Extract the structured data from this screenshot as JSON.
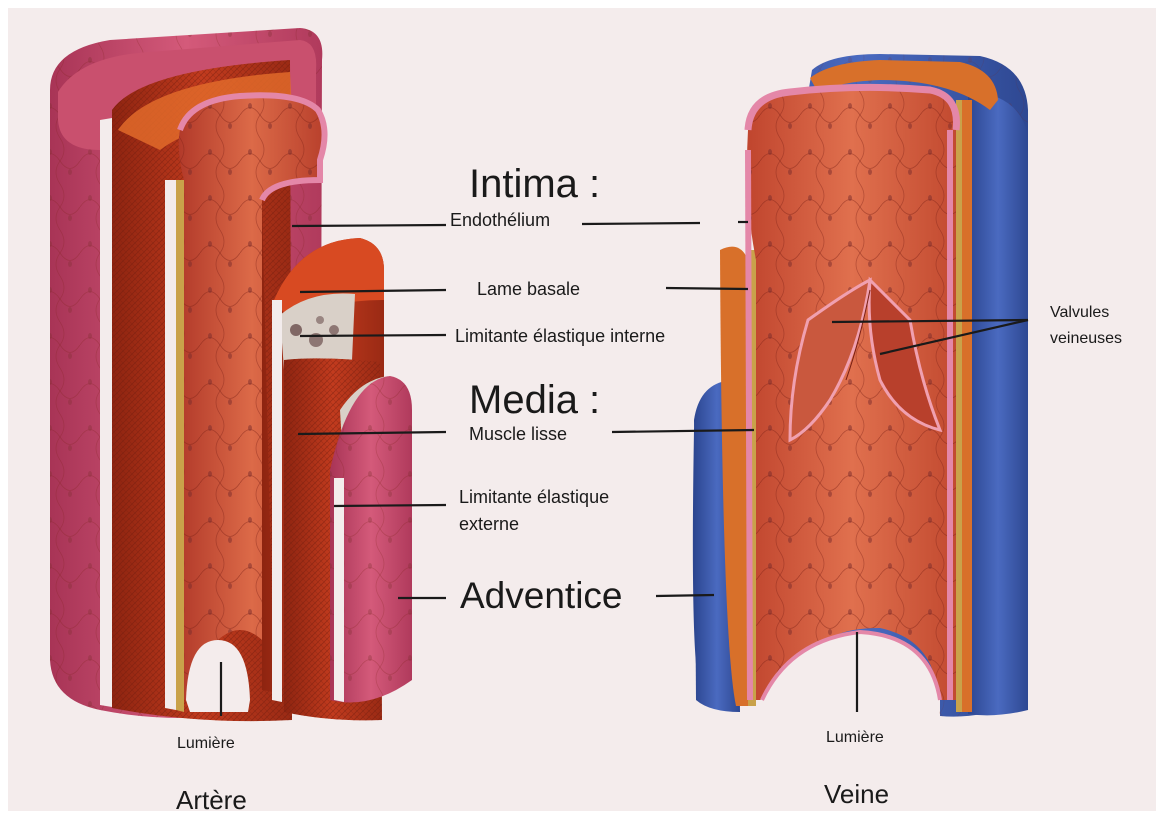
{
  "labels": {
    "intima": "Intima :",
    "endothelium": "Endothélium",
    "lame_basale": "Lame basale",
    "lei": "Limitante élastique interne",
    "media": "Media :",
    "muscle": "Muscle lisse",
    "lee_line1": "Limitante élastique",
    "lee_line2": "externe",
    "adventice": "Adventice",
    "valvules_line1": "Valvules",
    "valvules_line2": "veineuses",
    "lumiere_artere": "Lumière",
    "lumiere_veine": "Lumière",
    "artere": "Artère",
    "veine": "Veine"
  },
  "colors": {
    "background": "#f4ecec",
    "adventice_pink": "#c7486a",
    "media_red": "#b8331c",
    "intima_red": "#c94a32",
    "elastic_gold": "#c9a24a",
    "vein_blue": "#3a56a8",
    "line": "#1a1a1a"
  }
}
